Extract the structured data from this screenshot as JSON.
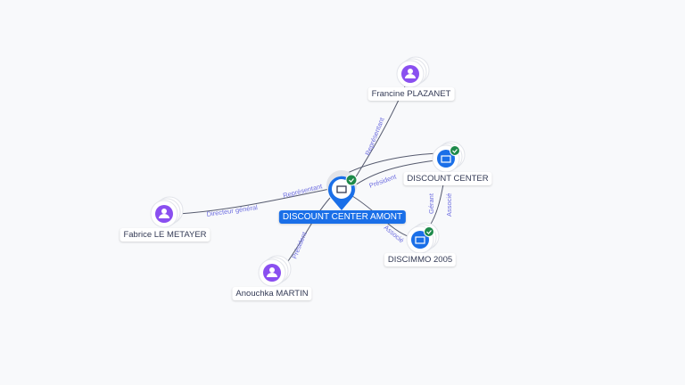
{
  "nodes": {
    "center": {
      "label": "DISCOUNT CENTER AMONT",
      "type": "company",
      "verified": true
    },
    "francine": {
      "label": "Francine PLAZANET",
      "type": "person"
    },
    "dc": {
      "label": "DISCOUNT CENTER",
      "type": "company",
      "verified": true
    },
    "discimmo": {
      "label": "DISCIMMO 2005",
      "type": "company",
      "verified": true
    },
    "fabrice": {
      "label": "Fabrice LE METAYER",
      "type": "person"
    },
    "anouchka": {
      "label": "Anouchka MARTIN",
      "type": "person"
    }
  },
  "edges": {
    "fabrice_dg": "Directeur général",
    "fabrice_rep": "Représentant",
    "francine_rep": "Représentant",
    "dc_pres": "Président",
    "anouchka_pres": "Président",
    "discimmo_assoc": "Associé",
    "dc_gerant": "Gérant",
    "dc_assoc": "Associé"
  },
  "colors": {
    "company": "#1a6fe8",
    "person": "#8a4ff0",
    "verified": "#1e8a4a",
    "edge_label": "#6e6ee0"
  }
}
